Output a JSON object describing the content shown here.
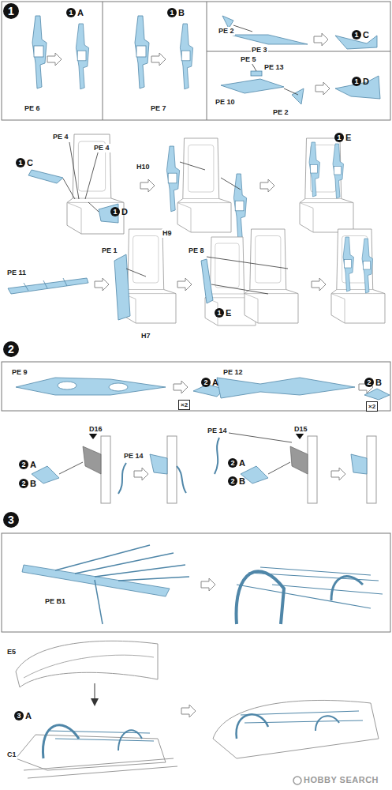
{
  "diagram": {
    "nodes": [
      {
        "text": [
          "1"
        ]
      },
      {
        "text": [
          "1",
          "A"
        ]
      },
      {
        "text": [
          "1",
          "B"
        ]
      },
      {
        "text": [
          "1",
          "C"
        ]
      },
      {
        "text": [
          "1",
          "D"
        ]
      },
      {
        "text": [
          "1",
          "C"
        ]
      },
      {
        "text": [
          "1",
          "D"
        ]
      },
      {
        "text": [
          "1",
          "E"
        ]
      },
      {
        "text": [
          "1",
          "E"
        ]
      },
      {
        "text": [
          "2"
        ]
      },
      {
        "text": [
          "2",
          "A"
        ]
      },
      {
        "text": [
          "2",
          "B"
        ]
      },
      {
        "text": [
          "2",
          "A"
        ]
      },
      {
        "text": [
          "2",
          "B"
        ]
      },
      {
        "text": [
          "2",
          "A"
        ]
      },
      {
        "text": [
          "2",
          "B"
        ]
      },
      {
        "text": [
          "3"
        ]
      },
      {
        "text": [
          "3",
          "A"
        ]
      }
    ],
    "labels": [
      "PE 6",
      "PE 7",
      "PE 2",
      "PE 3",
      "PE 5",
      "PE 13",
      "PE 10",
      "PE 2",
      "PE 4",
      "PE 4",
      "H10",
      "H9",
      "PE 1",
      "PE 11",
      "PE 8",
      "H7",
      "PE 9",
      "×2",
      "PE 12",
      "×2",
      "D16",
      "PE 14",
      "PE 14",
      "D15",
      "PE B1",
      "E5",
      "C1",
      "HOBBY SEARCH"
    ]
  }
}
